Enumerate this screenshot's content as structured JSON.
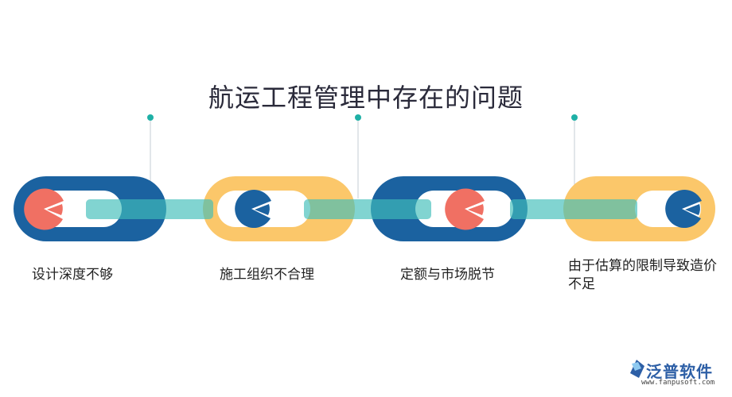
{
  "title": "航运工程管理中存在的问题",
  "items": [
    {
      "label": "设计深度不够",
      "ring_color": "#1b62a0",
      "pie_color": "#f07063"
    },
    {
      "label": "施工组织不合理",
      "ring_color": "#fbc76a",
      "pie_color": "#1b62a0"
    },
    {
      "label": "定额与市场脱节",
      "ring_color": "#1b62a0",
      "pie_color": "#f07063"
    },
    {
      "label": "由于估算的限制导致造价不足",
      "ring_color": "#fbc76a",
      "pie_color": "#1b62a0"
    }
  ],
  "connector_color": "#7fd4d2",
  "marker_color": "#1fb0a6",
  "logo": {
    "name": "泛普软件",
    "url": "www.fanpusoft.com"
  }
}
